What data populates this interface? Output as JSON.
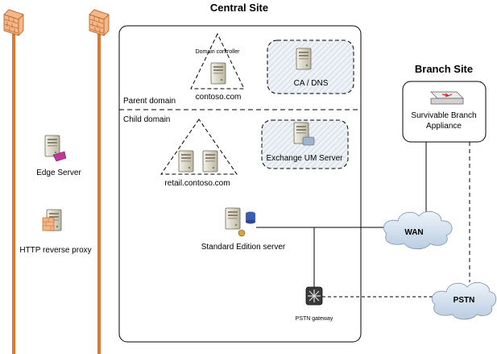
{
  "central_site": {
    "title": "Central Site",
    "parent_domain_label": "Parent domain",
    "child_domain_label": "Child domain"
  },
  "branch_site": {
    "title": "Branch Site",
    "appliance_label_line1": "Survivable Branch",
    "appliance_label_line2": "Appliance"
  },
  "parent_domain": {
    "domain_controller_label": "Domain controller",
    "domain_name": "contoso.com",
    "ca_dns_label": "CA / DNS"
  },
  "child_domain": {
    "domain_name": "retail.contoso.com",
    "exchange_label": "Exchange UM Server"
  },
  "servers": {
    "edge_label": "Edge Server",
    "reverse_proxy_label": "HTTP reverse proxy",
    "standard_edition_label": "Standard Edition server",
    "pstn_gateway_label": "PSTN gateway"
  },
  "networks": {
    "wan_label": "WAN",
    "pstn_label": "PSTN"
  },
  "colors": {
    "firewall_pole": "#e07a2a",
    "firewall_brick": "#f3b88a",
    "cloud_fill": "#d6e3f0",
    "server_body": "#e7e3d6",
    "hatch_fill": "#e6edf5"
  }
}
